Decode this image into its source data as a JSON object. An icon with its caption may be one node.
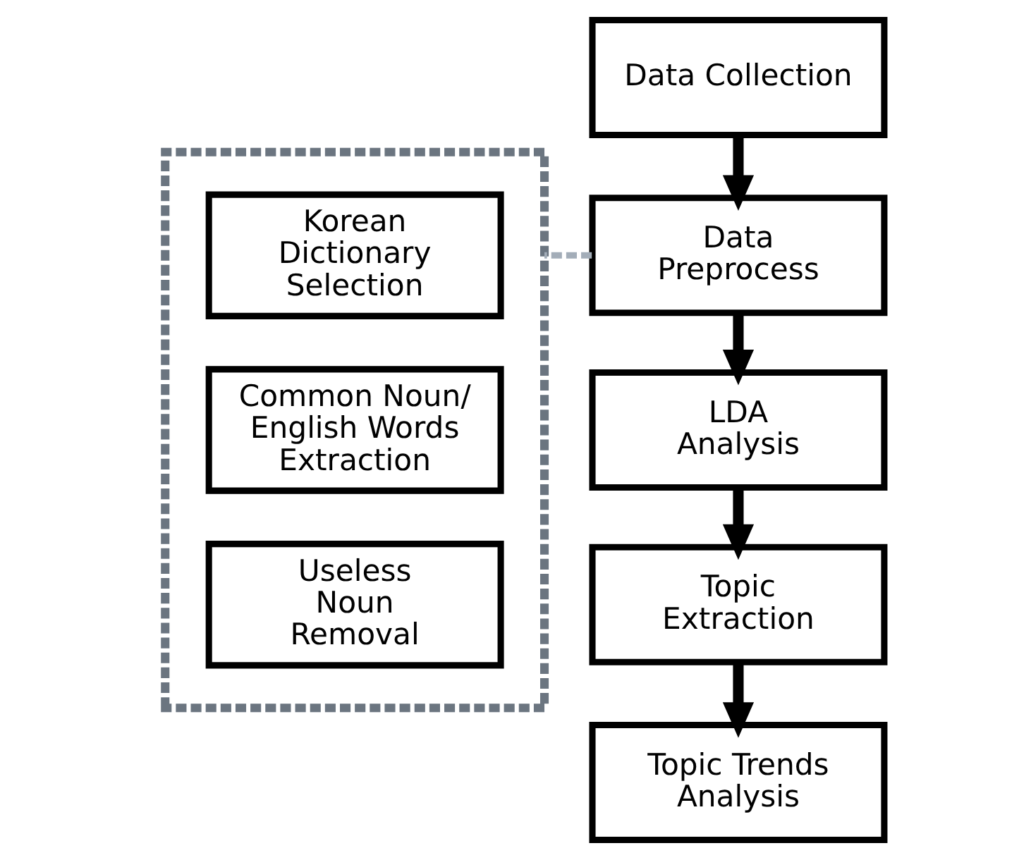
{
  "diagram": {
    "nodes": [
      {
        "text": [
          "Data Collection"
        ]
      },
      {
        "text": [
          "Data Preprocess"
        ]
      },
      {
        "text": [
          "LDA Analysis"
        ]
      },
      {
        "text": [
          "Topic Extraction"
        ]
      },
      {
        "text": [
          "Topic Trends Analysis"
        ]
      },
      {
        "text": [],
        "shape": "box"
      },
      {
        "text": [
          "Korean Dictionary Selection"
        ],
        "in": 5
      },
      {
        "text": [
          "Common Noun/ English Words Extraction"
        ],
        "in": 5
      },
      {
        "text": [
          "Useless Noun Removal"
        ],
        "in": 5
      }
    ],
    "edges": [
      {
        "from": 0,
        "to": 1,
        "arrow": "to"
      },
      {
        "from": 1,
        "to": 2,
        "arrow": "to"
      },
      {
        "from": 2,
        "to": 3,
        "arrow": "to"
      },
      {
        "from": 3,
        "to": 4,
        "arrow": "to"
      },
      {
        "from": 1,
        "to": 5,
        "arrow": "none",
        "style": "dashed",
        "color": "#a3adb8"
      }
    ]
  }
}
